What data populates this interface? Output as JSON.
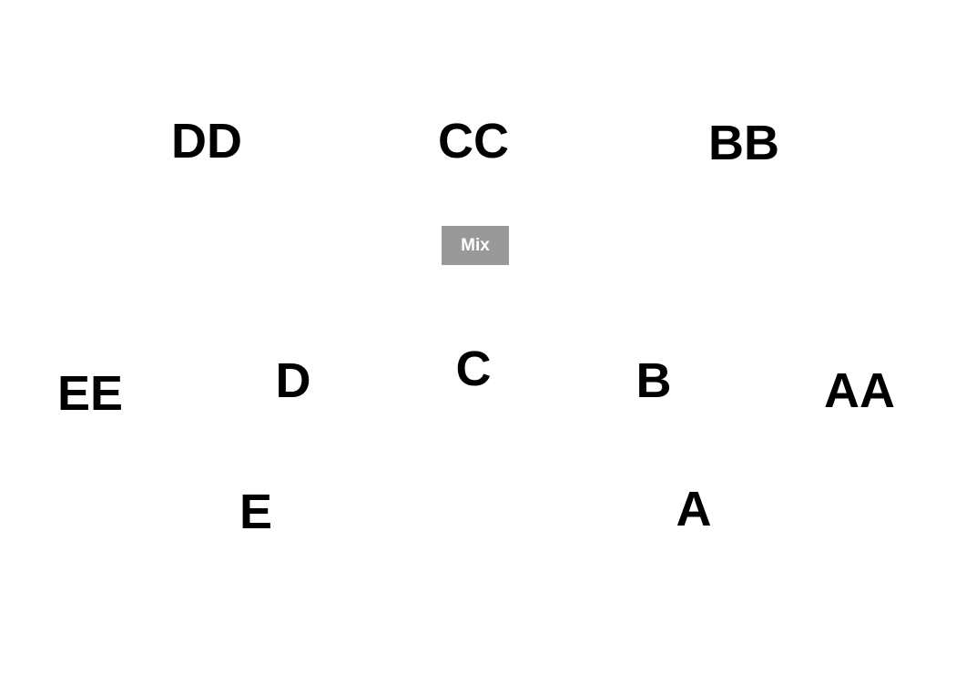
{
  "controls": {
    "mix_label": "Mix"
  },
  "labels": {
    "dd": "DD",
    "cc": "CC",
    "bb": "BB",
    "ee": "EE",
    "d": "D",
    "c": "C",
    "b": "B",
    "aa": "AA",
    "e": "E",
    "a": "A"
  },
  "colors": {
    "text": "#000000",
    "button_background": "#999999",
    "button_text": "#ffffff",
    "background": "#ffffff"
  }
}
